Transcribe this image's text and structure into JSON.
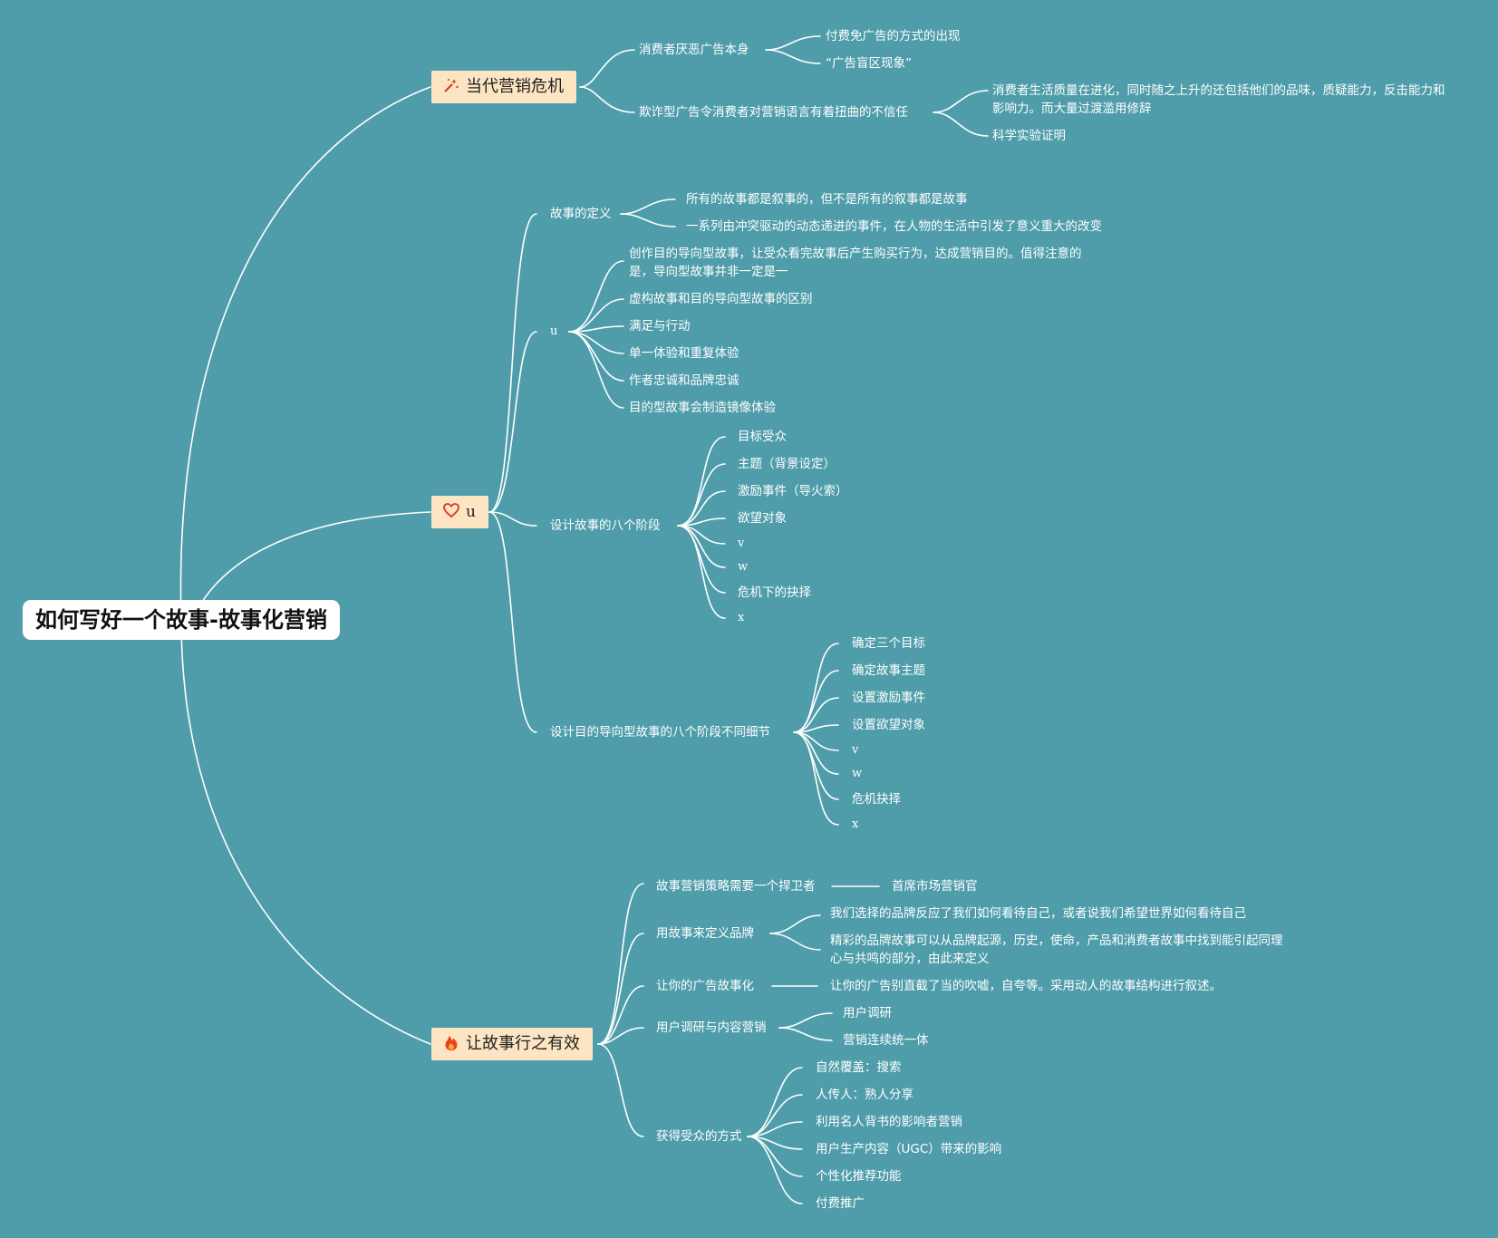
{
  "root": {
    "title": "如何写好一个故事-故事化营销"
  },
  "branch1": {
    "title": "当代营销危机",
    "icon": "wand-sparkle-icon",
    "children": [
      {
        "label": "消费者厌恶广告本身",
        "children": [
          "付费免广告的方式的出现",
          "“广告盲区现象”"
        ]
      },
      {
        "label": "欺诈型广告令消费者对营销语言有着扭曲的不信任",
        "children": [
          "消费者生活质量在进化，同时随之上升的还包括他们的品味，质疑能力，反击能力和影响力。而大量过渡滥用修辞",
          "科学实验证明"
        ]
      }
    ]
  },
  "branch2": {
    "title": "u",
    "icon": "heart-icon",
    "children": [
      {
        "label": "故事的定义",
        "children": [
          "所有的故事都是叙事的，但不是所有的叙事都是故事",
          "一系列由冲突驱动的动态递进的事件，在人物的生活中引发了意义重大的改变"
        ]
      },
      {
        "label": "u",
        "children": [
          "创作目的导向型故事，让受众看完故事后产生购买行为，达成营销目的。值得注意的是，导向型故事并非一定是一",
          "虚构故事和目的导向型故事的区别",
          "满足与行动",
          "单一体验和重复体验",
          "作者忠诚和品牌忠诚",
          "目的型故事会制造镜像体验"
        ]
      },
      {
        "label": "设计故事的八个阶段",
        "children": [
          "目标受众",
          "主题（背景设定）",
          "激励事件（导火索）",
          "欲望对象",
          "v",
          "w",
          "危机下的抉择",
          "x"
        ]
      },
      {
        "label": "设计目的导向型故事的八个阶段不同细节",
        "children": [
          "确定三个目标",
          "确定故事主题",
          "设置激励事件",
          "设置欲望对象",
          "v",
          "w",
          "危机抉择",
          "x"
        ]
      }
    ]
  },
  "branch3": {
    "title": "让故事行之有效",
    "icon": "fire-icon",
    "children": [
      {
        "label": "故事营销策略需要一个捍卫者",
        "children": [
          "首席市场营销官"
        ]
      },
      {
        "label": "用故事来定义品牌",
        "children": [
          "我们选择的品牌反应了我们如何看待自己，或者说我们希望世界如何看待自己",
          "精彩的品牌故事可以从品牌起源，历史，使命，产品和消费者故事中找到能引起同理心与共鸣的部分，由此来定义"
        ]
      },
      {
        "label": "让你的广告故事化",
        "children": [
          "让你的广告别直截了当的吹嘘，自夸等。采用动人的故事结构进行叙述。"
        ]
      },
      {
        "label": "用户调研与内容营销",
        "children": [
          "用户调研",
          "营销连续统一体"
        ]
      },
      {
        "label": "获得受众的方式",
        "children": [
          "自然覆盖：搜索",
          "人传人：熟人分享",
          "利用名人背书的影响者营销",
          "用户生产内容（UGC）带来的影响",
          "个性化推荐功能",
          "付费推广"
        ]
      }
    ]
  },
  "colors": {
    "background": "#4f9daa",
    "main_node": "#fde5c3",
    "root_node": "#ffffff",
    "line": "#ffffff"
  }
}
